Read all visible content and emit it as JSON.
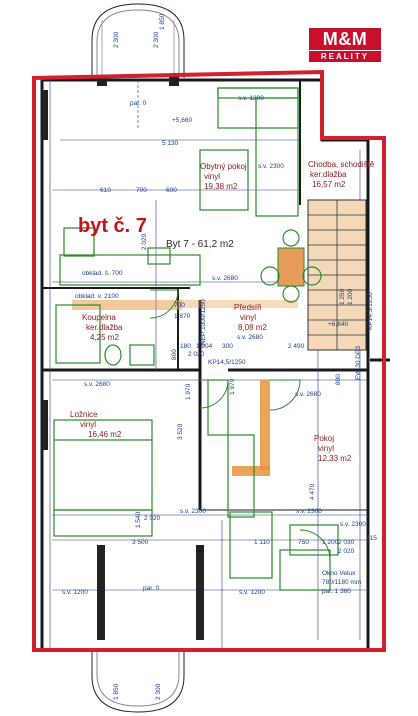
{
  "logo": {
    "brand": "M&M",
    "sub": "REALITY"
  },
  "unit": {
    "title": "byt č. 7",
    "subtitle": "Byt 7 - 61,2 m2"
  },
  "rooms": [
    {
      "id": "living",
      "name": "Obytný pokoj",
      "floor": "vinyl",
      "area": "19,38 m2"
    },
    {
      "id": "hall",
      "name": "Chodba, schodiště",
      "floor": "ker.dlažba",
      "area": "16,57 m2"
    },
    {
      "id": "bath",
      "name": "Koupelna",
      "floor": "ker.dlažba",
      "area": "4,25 m2"
    },
    {
      "id": "entry",
      "name": "Předsíň",
      "floor": "vinyl",
      "area": "8,08 m2"
    },
    {
      "id": "bedroom",
      "name": "Ložnice",
      "floor": "vinyl",
      "area": "16,46 m2"
    },
    {
      "id": "room",
      "name": "Pokoj",
      "floor": "vinyl",
      "area": "12,33 m2"
    }
  ],
  "annotations": {
    "top_dims": [
      "2 300",
      "2 300",
      "1 850"
    ],
    "bottom_dims": [
      "1 850",
      "2 300"
    ],
    "par_top": "par. 0",
    "par_bottom": "par. 0",
    "sv_1200_top": "s.v. 1200",
    "level_top": "+5,660",
    "dim_5130": "5 130",
    "sv_2300_living": "s.v. 2300",
    "dims_row": [
      "610",
      "700",
      "600"
    ],
    "dim_2020_a": "2 020",
    "obklad_700": "obklad. š. 700",
    "sv_2680_a": "s.v. 2680",
    "obklad_2100": "obklad. v. 2100",
    "dim_700": "700",
    "dim_1870": "1 870",
    "nep": "NEP 1000/1250",
    "level_right": "+6,640",
    "kp1": "KP14,5/1250",
    "ew": "EW 30 DP3",
    "dim_1250": "1 250",
    "dim_1200_r": "1 200",
    "sv_2680_b": "s.v. 2680",
    "small_dims": [
      "180",
      "1 904",
      "300"
    ],
    "dim_2020_b": "2 020",
    "kp2": "KP14,5/1250",
    "dim_2490": "2 490",
    "dim_800_a": "800",
    "dim_800_b": "800",
    "dim_1970_a": "1 970",
    "dim_1970_b": "1 970",
    "sv_2680_c": "s.v. 2680",
    "sv_2680_d": "s.v. 2680",
    "dim_3520": "3 520",
    "dim_4470": "4 470",
    "sv_2300_b1": "s.v. 2300",
    "sv_2300_b2": "s.v. 2300",
    "sv_2300_b3": "s.v. 2300",
    "dim_1540": "1 540",
    "dim_2020_c": "2 020",
    "dim_3500": "3 500",
    "dim_1110": "1 110",
    "dim_750": "750",
    "dim_1200_b": "1 200",
    "dim_2030": "2 030",
    "dim_2020_d": "2 020",
    "dim_215": "215",
    "velux1": "Okno Velux",
    "velux2": "780/1180 mm",
    "velux3": "par. 1 360",
    "sv_1200_bl": "s.v. 1200",
    "sv_1200_bm": "s.v. 1200"
  },
  "colors": {
    "outline": "#d2202f",
    "room_text": "#8a1a1a",
    "title": "#c4121f",
    "subtitle": "#2a2a2a",
    "furniture": "#2c8a2c",
    "wall": "#1a1a1a",
    "stair": "#333333",
    "stair_fill": "#f3d9b8",
    "table": "#e69c5a",
    "hatch": "#e8923c",
    "dims": "#1e3c8c"
  }
}
